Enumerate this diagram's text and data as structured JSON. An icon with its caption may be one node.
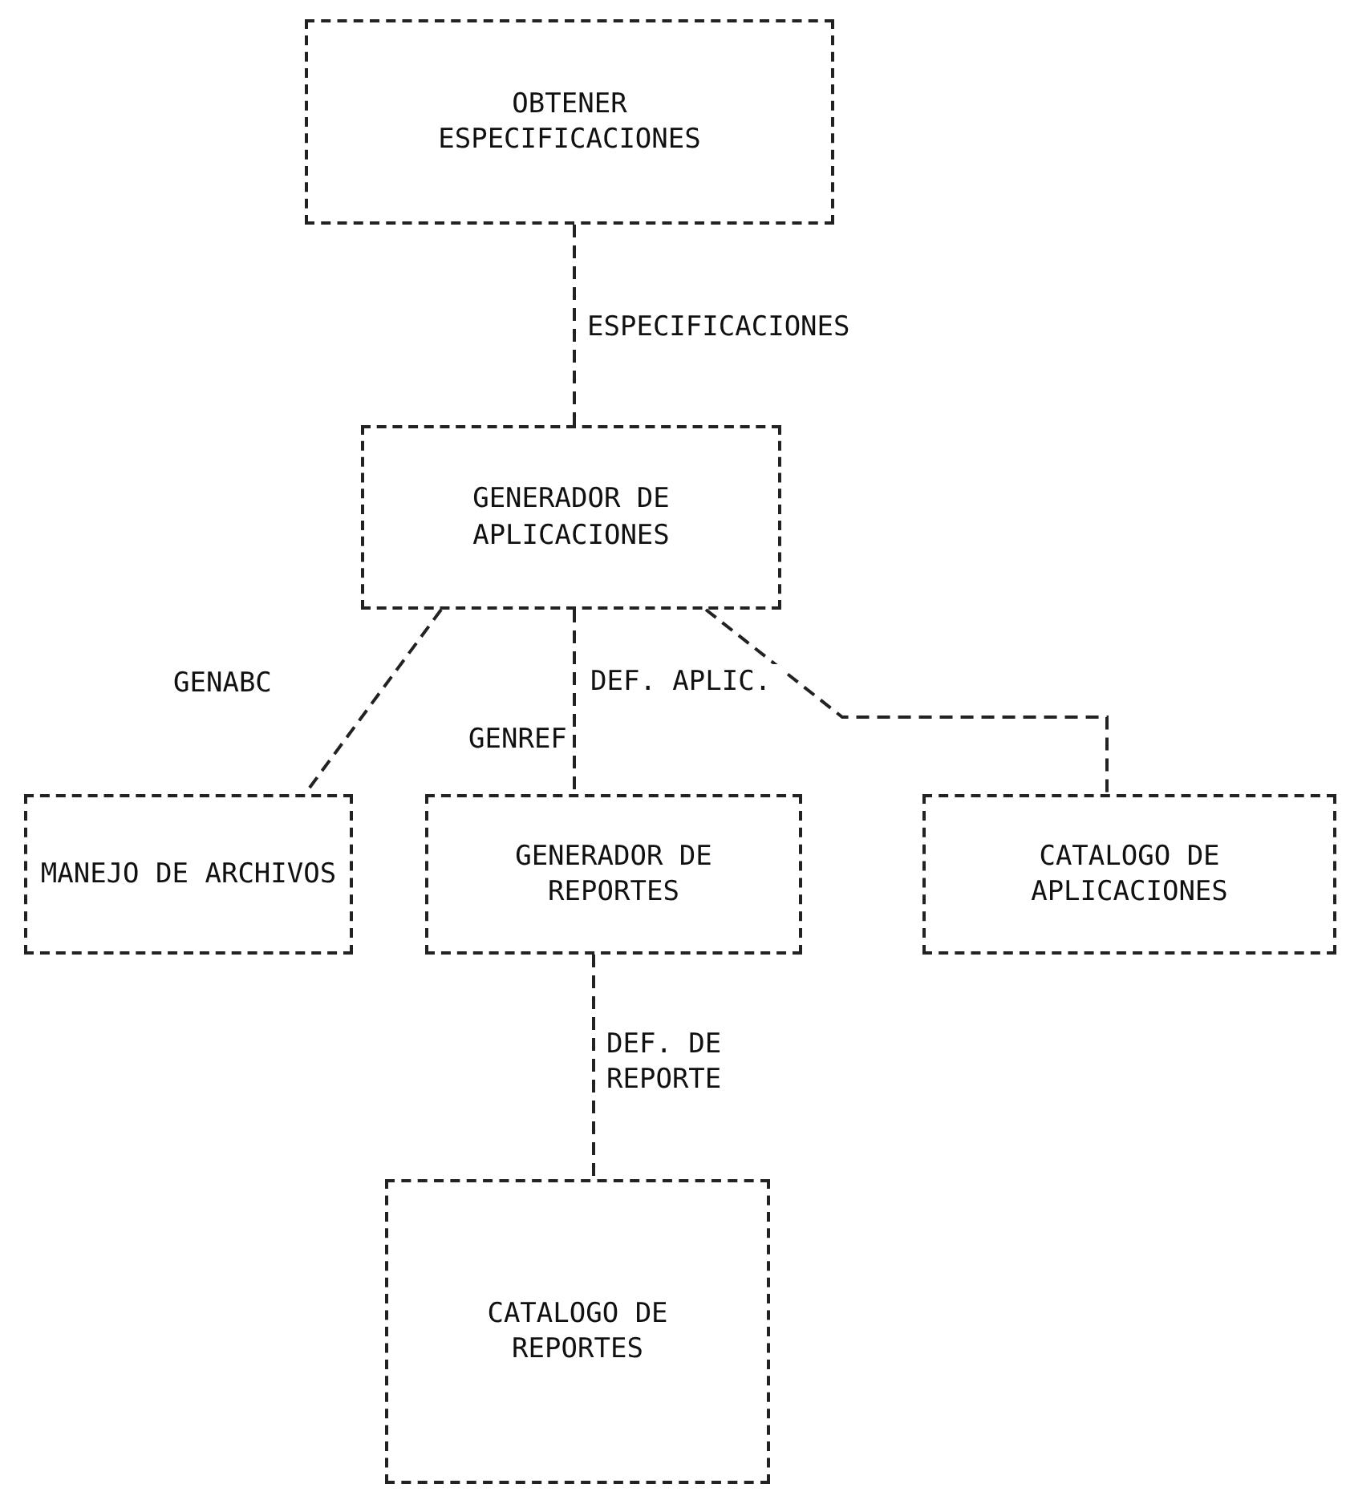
{
  "diagram": {
    "nodes": [
      {
        "text": [
          "OBTENER ESPECIFICACIONES"
        ]
      },
      {
        "text": [
          "GENERADOR DE APLICACIONES"
        ]
      },
      {
        "text": [
          "MANEJO DE ARCHIVOS"
        ]
      },
      {
        "text": [
          "GENERADOR DE REPORTES"
        ]
      },
      {
        "text": [
          "CATALOGO DE APLICACIONES"
        ]
      },
      {
        "text": [
          "CATALOGO DE REPORTES"
        ]
      }
    ],
    "edges": [
      {
        "from": 0,
        "to": 1,
        "arrow": "none",
        "label": "ESPECIFICACIONES"
      },
      {
        "from": 1,
        "to": 2,
        "arrow": "none",
        "label": "GENABC"
      },
      {
        "from": 1,
        "to": 3,
        "arrow": "none",
        "label": "GENREF"
      },
      {
        "from": 1,
        "to": 4,
        "arrow": "none",
        "label": "DEF. APLIC."
      },
      {
        "from": 3,
        "to": 5,
        "arrow": "none",
        "label": "DEF. DE REPORTE"
      }
    ]
  }
}
